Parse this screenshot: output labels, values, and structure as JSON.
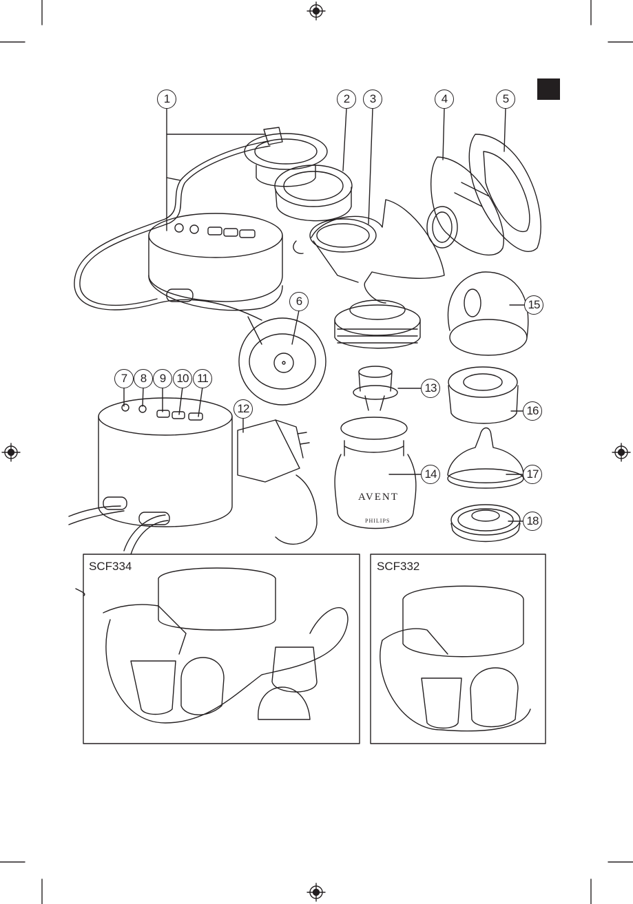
{
  "callouts": [
    "1",
    "2",
    "3",
    "4",
    "5",
    "6",
    "7",
    "8",
    "9",
    "10",
    "11",
    "12",
    "13",
    "14",
    "15",
    "16",
    "17",
    "18"
  ],
  "models": {
    "left": "SCF334",
    "right": "SCF332"
  },
  "bottle_brand": "AVENT",
  "bottle_maker": "PHILIPS",
  "language_tab_color": "#231f20",
  "line_color": "#231f20"
}
